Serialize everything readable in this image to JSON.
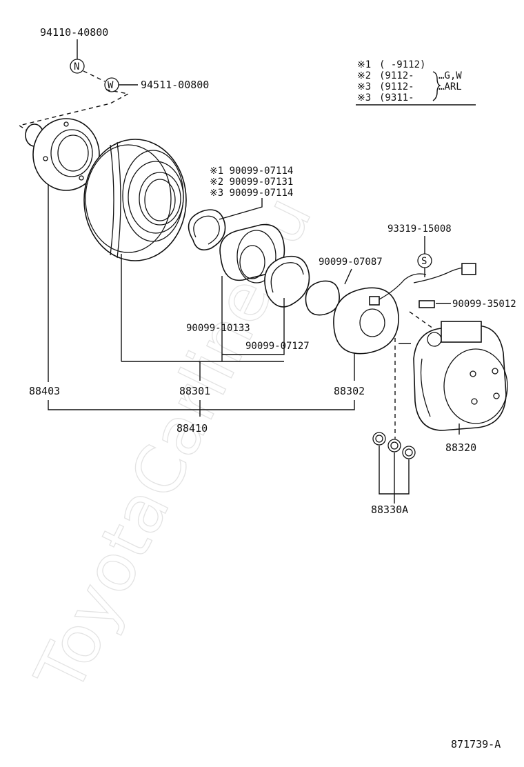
{
  "watermark": "ToyotaCarline.ru",
  "figure_code": "871739-A",
  "legend": {
    "rows": [
      {
        "mark": "※1",
        "range": "(      -9112)",
        "models": ""
      },
      {
        "mark": "※2",
        "range": "(9112-",
        "models": "…G,W"
      },
      {
        "mark": "※3",
        "range": "(9112-",
        "models": "…ARL"
      },
      {
        "mark": "※3",
        "range": "(9311-",
        "models": ""
      }
    ]
  },
  "callouts": {
    "n_symbol": "N",
    "w_symbol": "W",
    "s_symbol": "S",
    "p94110": "94110-40800",
    "p94511": "94511-00800",
    "var1": "※1 90099-07114",
    "var2": "※2 90099-07131",
    "var3": "※3 90099-07114",
    "p93319": "93319-15008",
    "p07087": "90099-07087",
    "p35012": "90099-35012",
    "p10133": "90099-10133",
    "p07127": "90099-07127",
    "p88403": "88403",
    "p88301": "88301",
    "p88302": "88302",
    "p88410": "88410",
    "p88320": "88320",
    "p88330A": "88330A"
  }
}
